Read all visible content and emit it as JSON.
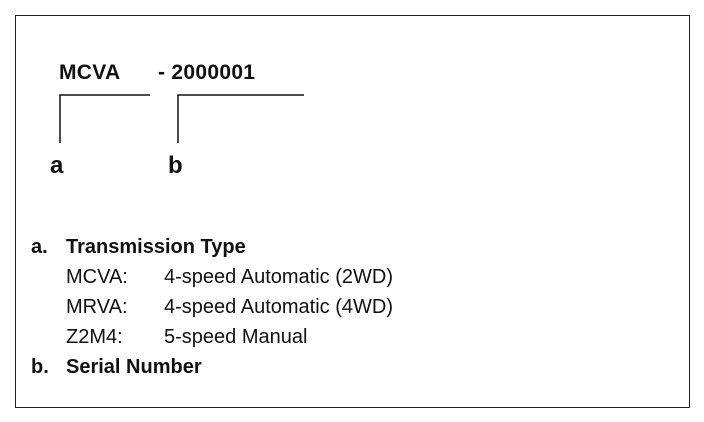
{
  "diagram": {
    "model_code": "MCVA",
    "serial_code": "- 2000001",
    "label_a": "a",
    "label_b": "b"
  },
  "legend": {
    "a": {
      "key": "a.",
      "title": "Transmission Type",
      "types": [
        {
          "code": "MCVA:",
          "description": "4-speed Automatic (2WD)"
        },
        {
          "code": "MRVA:",
          "description": "4-speed Automatic (4WD)"
        },
        {
          "code": "Z2M4:",
          "description": "5-speed Manual"
        }
      ]
    },
    "b": {
      "key": "b.",
      "title": "Serial Number"
    }
  }
}
